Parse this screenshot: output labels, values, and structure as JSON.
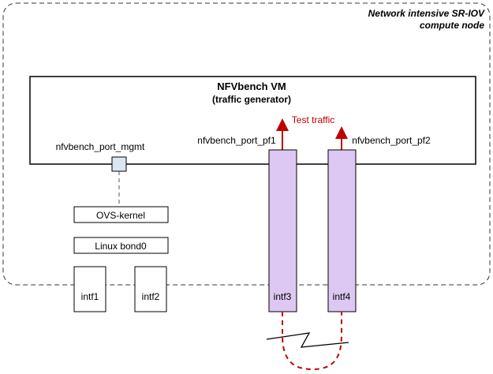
{
  "node": {
    "label_line1": "Network intensive SR-IOV",
    "label_line2": "compute node"
  },
  "vm": {
    "title_line1": "NFVbench VM",
    "title_line2": "(traffic generator)"
  },
  "ports": {
    "mgmt": "nfvbench_port_mgmt",
    "pf1": "nfvbench_port_pf1",
    "pf2": "nfvbench_port_pf2"
  },
  "traffic": {
    "label": "Test traffic"
  },
  "layers": {
    "ovs": "OVS-kernel",
    "bond": "Linux bond0"
  },
  "interfaces": {
    "intf1": "intf1",
    "intf2": "intf2",
    "intf3": "intf3",
    "intf4": "intf4"
  },
  "colors": {
    "vf_fill": "#dcc8f2",
    "arrow": "#c00000",
    "text_red": "#c00000",
    "port_fill": "#dce6f0"
  }
}
